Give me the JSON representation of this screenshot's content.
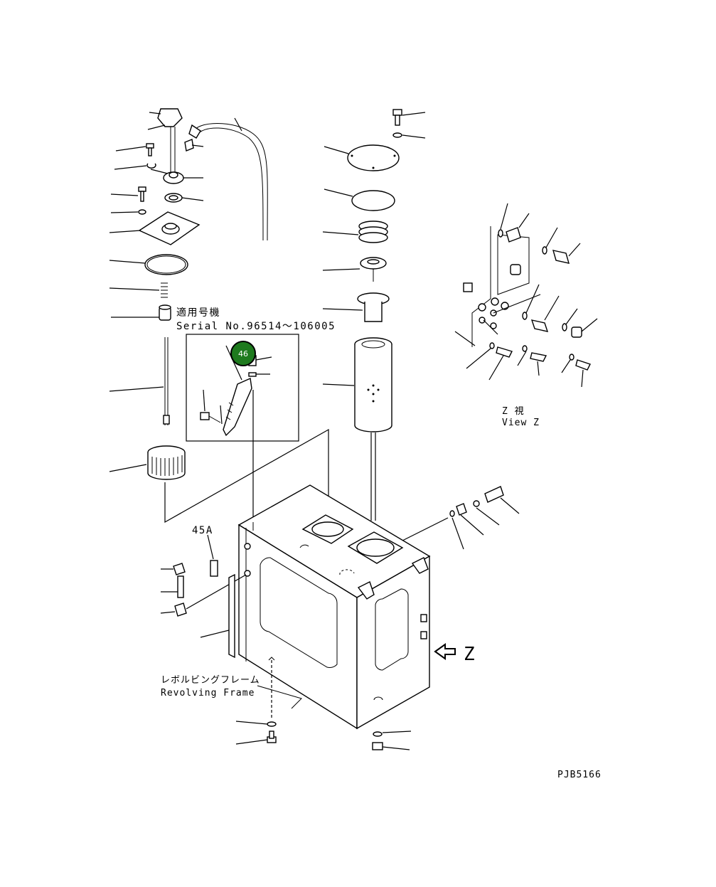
{
  "diagram": {
    "serial_jp": "適用号機",
    "serial_en": "Serial No.96514～106005",
    "view_jp": "Z 視",
    "view_en": "View Z",
    "frame_jp": "レボルビングフレーム",
    "frame_en": "Revolving Frame",
    "label_45a": "45A",
    "arrow_letter": "Z",
    "drawing_code": "PJB5166",
    "callout": {
      "number": "46",
      "color": "#1e7a1e",
      "highlight_color": "#000000"
    }
  }
}
